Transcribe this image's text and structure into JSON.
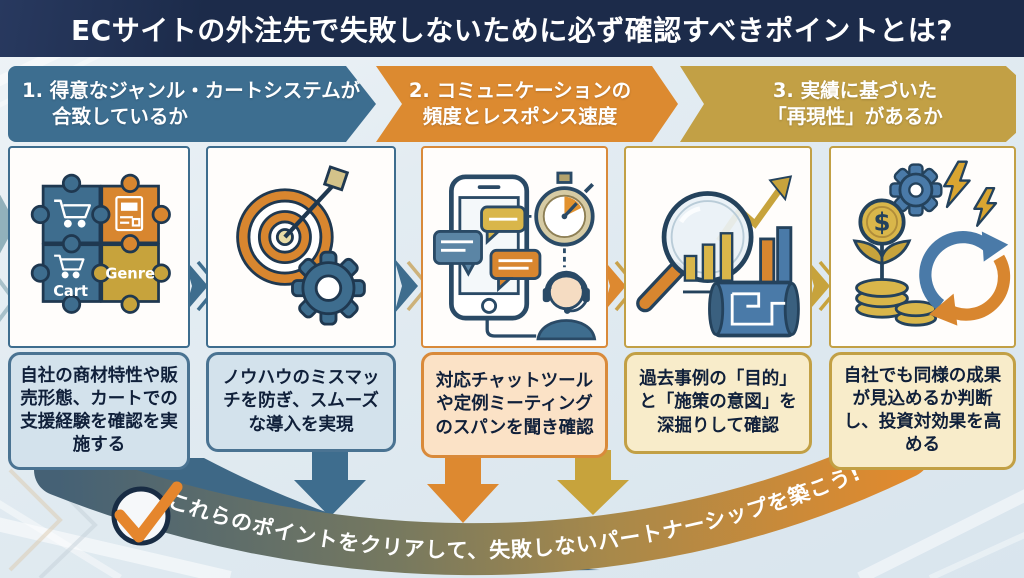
{
  "title": "ECサイトの外注先で失敗しないために必ず確認すべきポイントとは?",
  "palette": {
    "navy": "#1c2b4a",
    "steel_blue": "#3d6e90",
    "orange": "#dc8a30",
    "gold": "#c2a045",
    "box_blue": "#d3e2ec",
    "box_peach": "#fbe2c6",
    "box_cream": "#f8ecca",
    "check_orange": "#e5862d"
  },
  "banners": [
    {
      "line1": "1. 得意なジャンル・カートシステムが",
      "line2": "合致しているか",
      "color": "#3d6e90"
    },
    {
      "line1": "2. コミュニケーションの",
      "line2": "頻度とレスポンス速度",
      "color": "#dc8a30"
    },
    {
      "line1": "3. 実績に基づいた",
      "line2": "「再現性」があるか",
      "color": "#c2a045"
    }
  ],
  "columns": [
    {
      "icon": "puzzle-cart-genre",
      "labels": {
        "cart": "Cart",
        "genre": "Genre"
      },
      "text": "自社の商材特性や販売形態、カートでの支援経験を確認を実施する"
    },
    {
      "icon": "target-and-gear",
      "text": "ノウハウのミスマッチを防ぎ、スムーズな導入を実現"
    },
    {
      "icon": "phone-chat-stopwatch-support",
      "text": "対応チャットツールや定例ミーティングのスパンを聞き確認"
    },
    {
      "icon": "magnifier-chart-blueprint",
      "text": "過去事例の「目的」と「施策の意図」を深掘りして確認"
    },
    {
      "icon": "money-growth-cycle",
      "labels": {
        "dollar": "$"
      },
      "text": "自社でも同様の成果が見込めるか判断し、投資対効果を高める"
    }
  ],
  "footer": {
    "message": "これらのポイントをクリアして、失敗しないパートナーシップを築こう!"
  }
}
